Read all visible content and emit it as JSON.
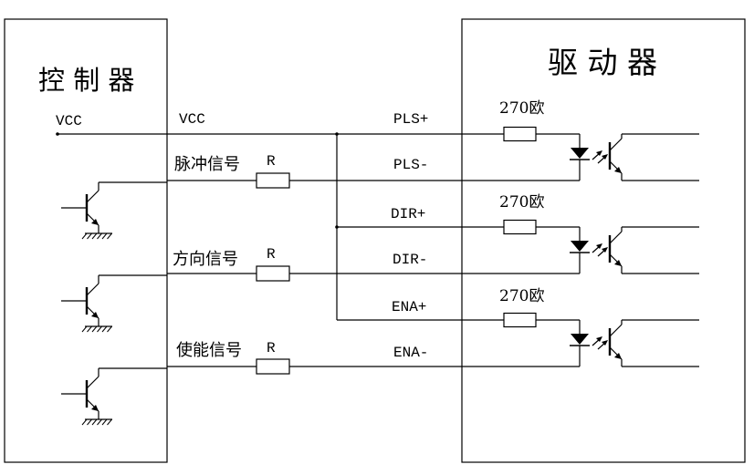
{
  "controller": {
    "title": "控 制 器",
    "vcc": "VCC"
  },
  "driver": {
    "title": "驱 动 器"
  },
  "bus": {
    "vcc": "VCC"
  },
  "resistor_label": "R",
  "opto_resistor_label": "270欧",
  "channels": [
    {
      "signal_name": "脉冲信号",
      "pos_terminal": "PLS+",
      "neg_terminal": "PLS-"
    },
    {
      "signal_name": "方向信号",
      "pos_terminal": "DIR+",
      "neg_terminal": "DIR-"
    },
    {
      "signal_name": "使能信号",
      "pos_terminal": "ENA+",
      "neg_terminal": "ENA-"
    }
  ]
}
